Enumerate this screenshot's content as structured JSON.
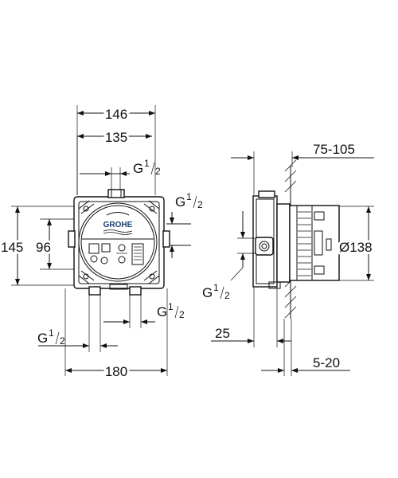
{
  "front": {
    "width_outer": "146",
    "width_inner": "135",
    "height_outer": "145",
    "height_inner": "96",
    "width_bottom": "180",
    "thread_top": "G",
    "thread_right": "G",
    "thread_bottom_right": "G",
    "thread_bottom_left": "G",
    "fraction_num": "1",
    "fraction_den": "2",
    "logo": "GROHE"
  },
  "side": {
    "wall_range": "75-105",
    "diameter": "Ø138",
    "thread_left": "G",
    "fraction_num": "1",
    "fraction_den": "2",
    "depth": "25",
    "plaster": "5-20"
  }
}
